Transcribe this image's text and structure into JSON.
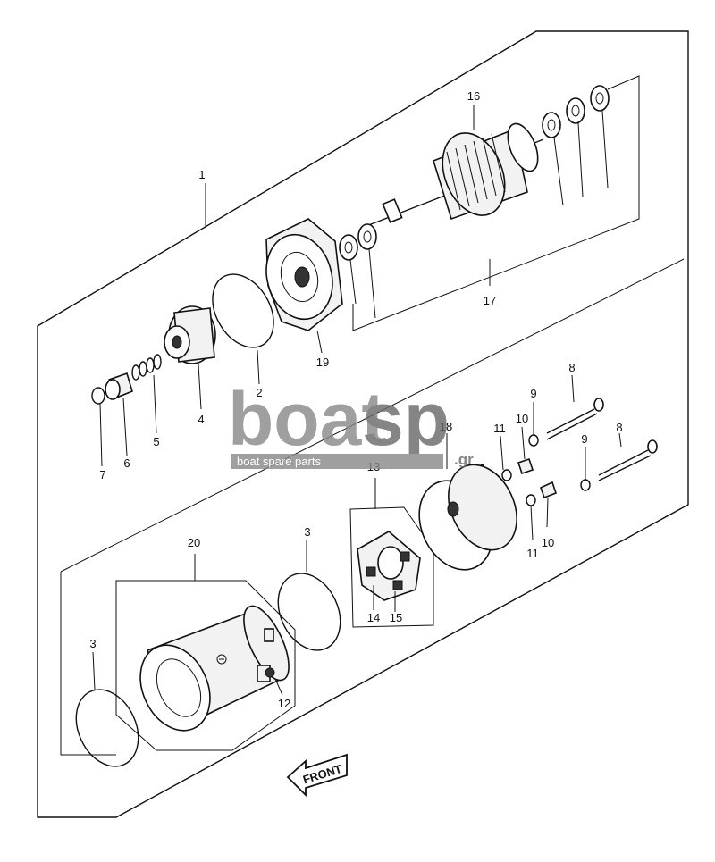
{
  "diagram": {
    "labels": [
      "1",
      "2",
      "3",
      "3",
      "4",
      "5",
      "6",
      "7",
      "8",
      "8",
      "9",
      "9",
      "10",
      "10",
      "11",
      "11",
      "12",
      "13",
      "14",
      "15",
      "16",
      "17",
      "18",
      "19",
      "20"
    ],
    "front_label": "FRONT"
  },
  "watermark": {
    "brand_main": "boat",
    "brand_accent": "sp",
    "brand_tld": ".gr",
    "tagline": "boat spare parts",
    "brand_color": "#8a8a8a",
    "accent_color": "#6b6b6b"
  }
}
